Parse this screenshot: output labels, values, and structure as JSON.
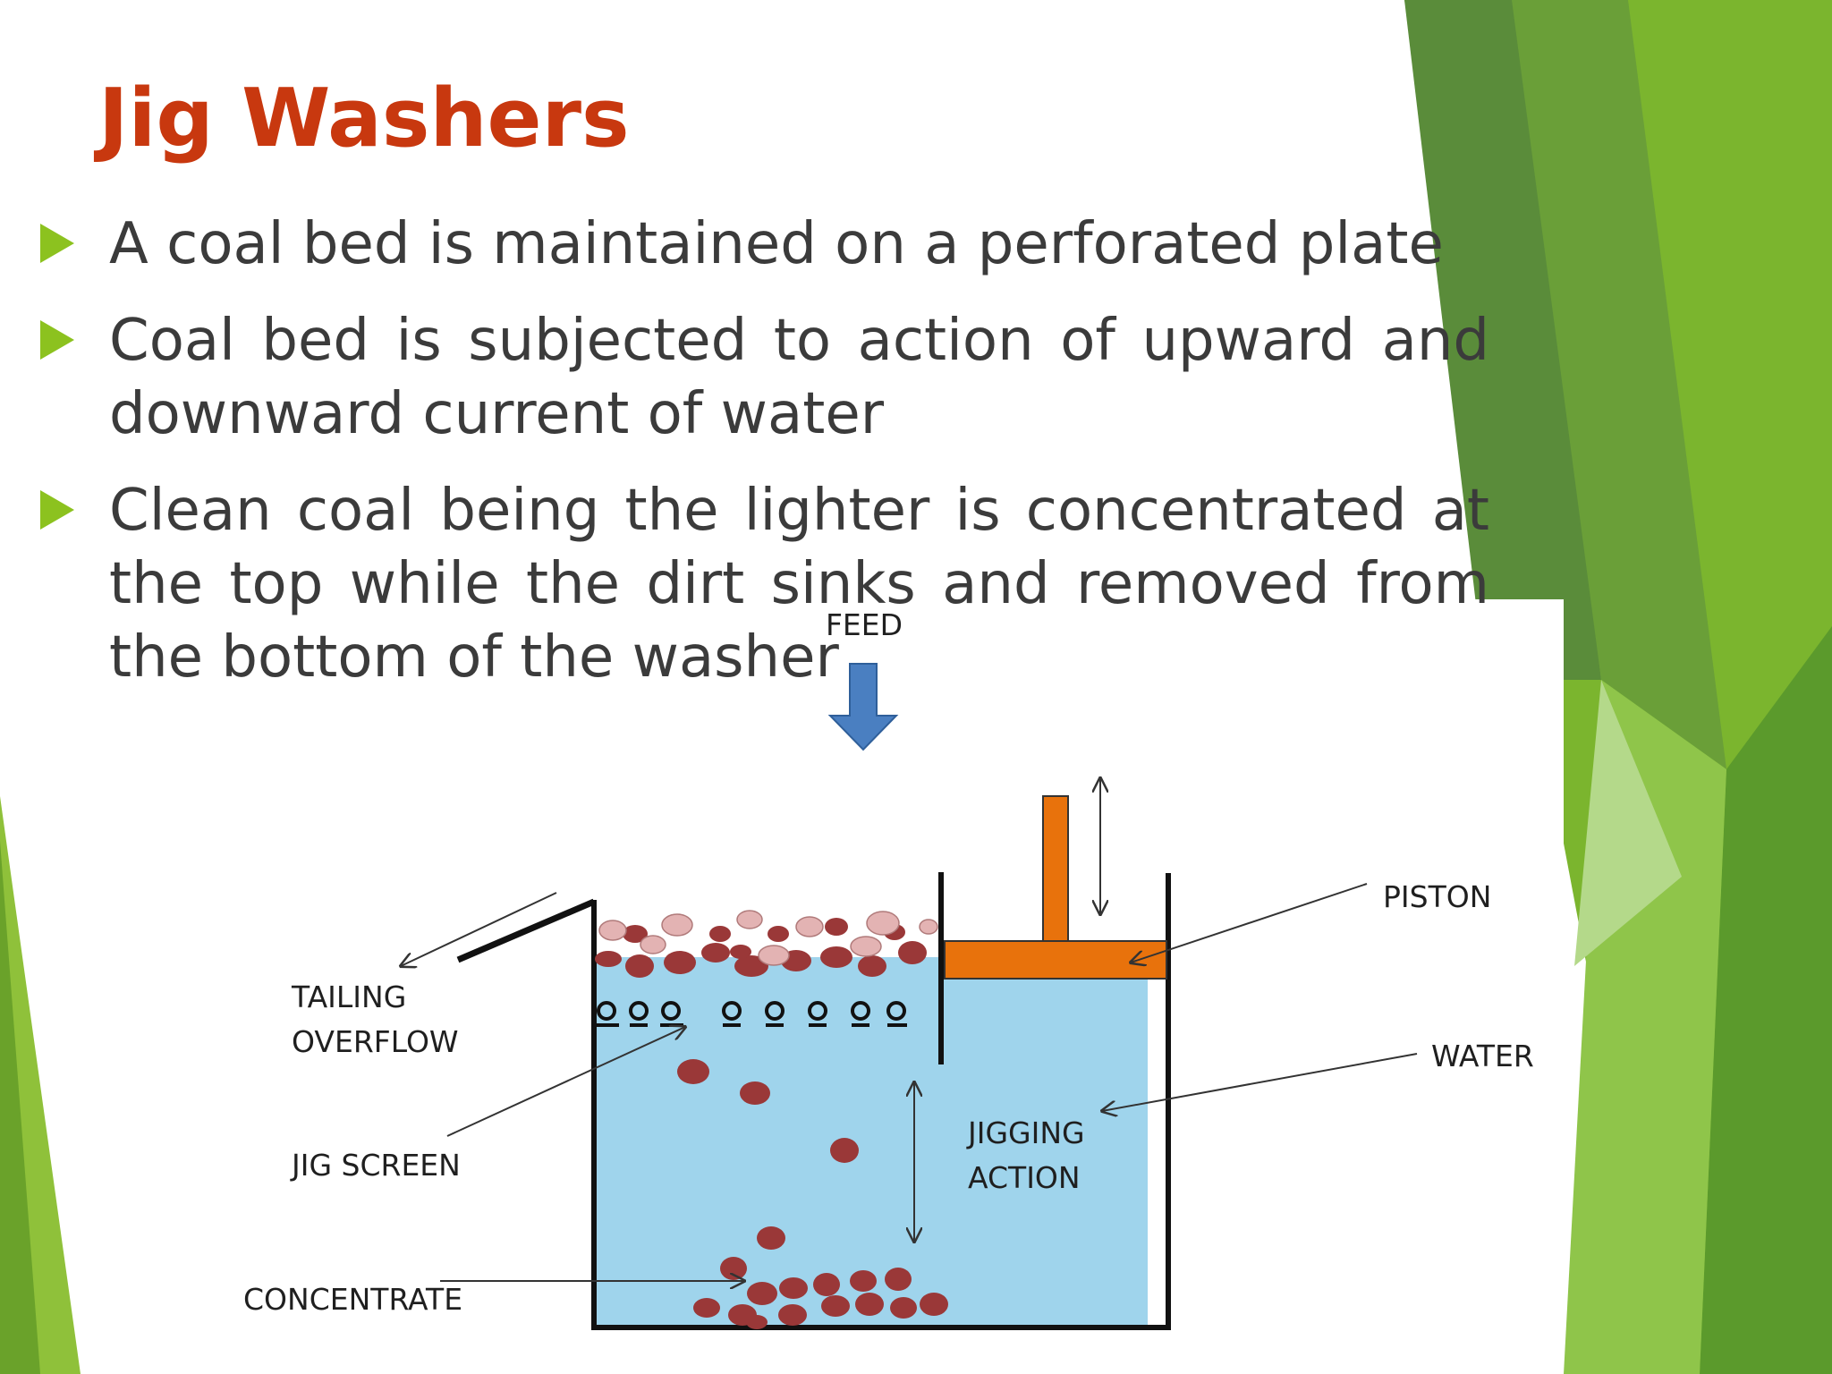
{
  "slide": {
    "title": "Jig Washers",
    "bullets": [
      "A coal bed is maintained on a perforated plate",
      "Coal bed is subjected to action of upward and downward current of water",
      "Clean coal being the lighter is concentrated at the top while the dirt sinks and removed from the bottom of the washer"
    ]
  },
  "diagram": {
    "labels": {
      "feed": "FEED",
      "piston": "PISTON",
      "tailing_1": "TAILING",
      "tailing_2": "OVERFLOW",
      "water": "WATER",
      "jigging_1": "JIGGING",
      "jigging_2": "ACTION",
      "jig_screen": "JIG SCREEN",
      "concentrate": "CONCENTRATE"
    },
    "colors": {
      "water": "#9fd4ec",
      "piston": "#e8720c",
      "feed_arrow": "#4a7fc1",
      "coal_dark": "#9a3838",
      "coal_light": "#e3b3b3"
    }
  },
  "theme": {
    "accent_green": "#8cc21f",
    "title_color": "#c8380f"
  }
}
